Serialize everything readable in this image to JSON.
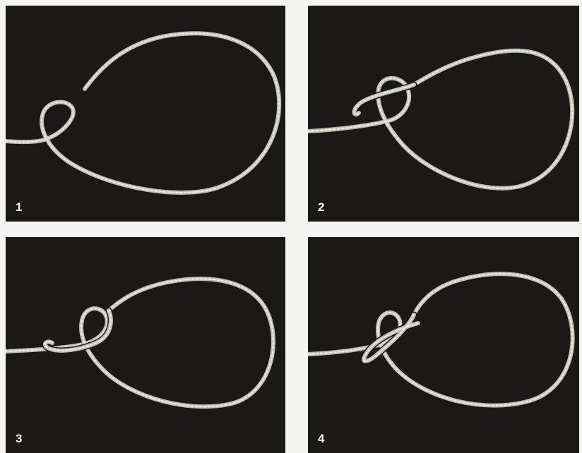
{
  "steps": [
    {
      "label": "1",
      "icon": "rope-loop-step-1"
    },
    {
      "label": "2",
      "icon": "rope-loop-step-2"
    },
    {
      "label": "3",
      "icon": "rope-loop-step-3"
    },
    {
      "label": "4",
      "icon": "rope-loop-step-4"
    }
  ],
  "colors": {
    "background": "#f4f4f2",
    "panel": "#1b1917",
    "rope": "#d6d6d0",
    "label": "#f2f2f2"
  }
}
